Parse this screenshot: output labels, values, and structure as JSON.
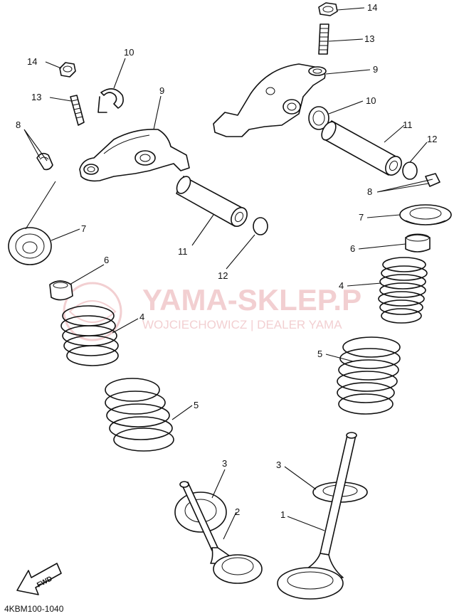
{
  "diagram": {
    "part_code": "4KBM100-1040",
    "fwd_label": "FWD",
    "watermark": {
      "brand": "YAMA-SKLEP.P",
      "tagline": "WOJCIECHOWICZ | DEALER YAMA",
      "color": "#e9a8ad"
    },
    "callouts": {
      "c14a": "14",
      "c13a": "13",
      "c10a": "10",
      "c9a": "9",
      "c8a": "8",
      "c7a": "7",
      "c11a": "11",
      "c12a": "12",
      "c6a": "6",
      "c4a": "4",
      "c5a": "5",
      "c3a": "3",
      "c2a": "2",
      "c14b": "14",
      "c13b": "13",
      "c9b": "9",
      "c10b": "10",
      "c11b": "11",
      "c12b": "12",
      "c8b": "8",
      "c7b": "7",
      "c6b": "6",
      "c4b": "4",
      "c5b": "5",
      "c3b": "3",
      "c1b": "1"
    }
  }
}
